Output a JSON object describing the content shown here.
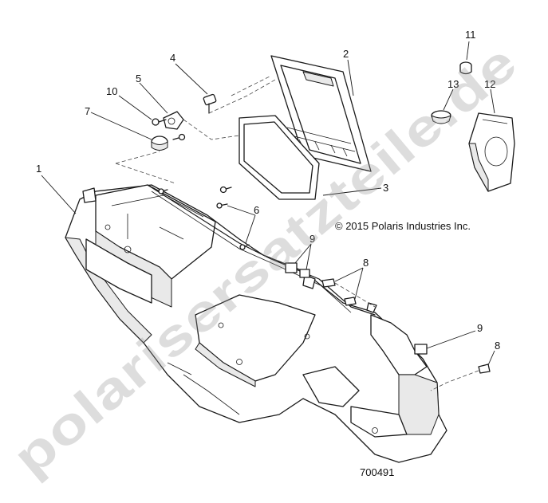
{
  "copyright": "© 2015 Polaris Industries Inc.",
  "diagram_number": "700491",
  "watermark": "polarisersatzteile.de",
  "callouts": {
    "c1": "1",
    "c2": "2",
    "c3": "3",
    "c4": "4",
    "c5": "5",
    "c6": "6",
    "c7": "7",
    "c8a": "8",
    "c8b": "8",
    "c9a": "9",
    "c9b": "9",
    "c10": "10",
    "c11": "11",
    "c12": "12",
    "c13": "13"
  }
}
